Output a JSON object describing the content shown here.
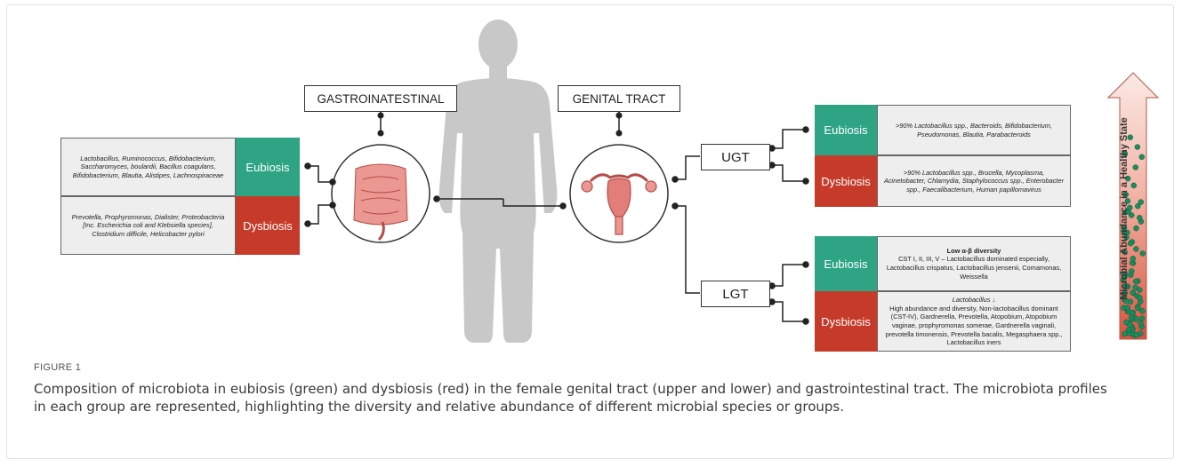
{
  "labels": {
    "gastrointestinal": "GASTROINATESTINAL",
    "genital_tract": "GENITAL TRACT",
    "ugt": "UGT",
    "lgt": "LGT",
    "eubiosis": "Eubiosis",
    "dysbiosis": "Dysbiosis",
    "arrow_label": "Microbial Abundance in a Healthy State"
  },
  "gi": {
    "eubiosis_text": "Lactobacillus, Ruminococcus, Bifidobacterium, Saccharomyces, boulardii, Bacillus coagulans, Bifidobacterium, Blautia, Alistipes, Lachnospiraceae",
    "dysbiosis_text": "Prevotella, Prophyromonas, Dialister, Proteobacteria [Inc. Escherichia coli and Klebsiella species], Clostridium difficile, Helicobacter pylori"
  },
  "ugt": {
    "eubiosis_text": ">90% Lactobacillus spp., Bacteroids, Bifidobacterium, Pseudomonas, Blautia, Parabacteroids",
    "dysbiosis_text": ">90% Lactobacillus spp., Brucella, Mycoplasma, Acinetobacter, Chlamydia, Staphylococcus spp., Enterobacter spp., Faecalibacterium, Human papillomavirus"
  },
  "lgt": {
    "eubiosis_title": "Low α-β diversity",
    "eubiosis_text": "CST I, II, III, V – Lactobacillus dominated especially, Lactobacillus crispatus, Lactobacillus jensenii, Comamonas, Weissella",
    "dysbiosis_title": "Lactobacillus ↓",
    "dysbiosis_text": "High abundance and diversity, Non-lactobacillus dominant (CST-IV), Gardnerella, Prevotella, Atopobium, Atopobium vaginae, prophyromonas somerae, Gardnerella vaginali, prevotella timonensis, Prevotella bacalis, Megasphaera spp., Lactobacillus iners"
  },
  "figure_label": "FIGURE 1",
  "caption": "Composition of microbiota in eubiosis (green) and dysbiosis (red) in the female genital tract (upper and lower) and gastrointestinal tract. The microbiota profiles in each group are represented, highlighting the diversity and relative abundance of different microbial species or groups.",
  "colors": {
    "eubiosis": "#2ea484",
    "dysbiosis": "#c63a29",
    "body_silhouette": "#c8c8c8",
    "organ": "#e07a78"
  }
}
